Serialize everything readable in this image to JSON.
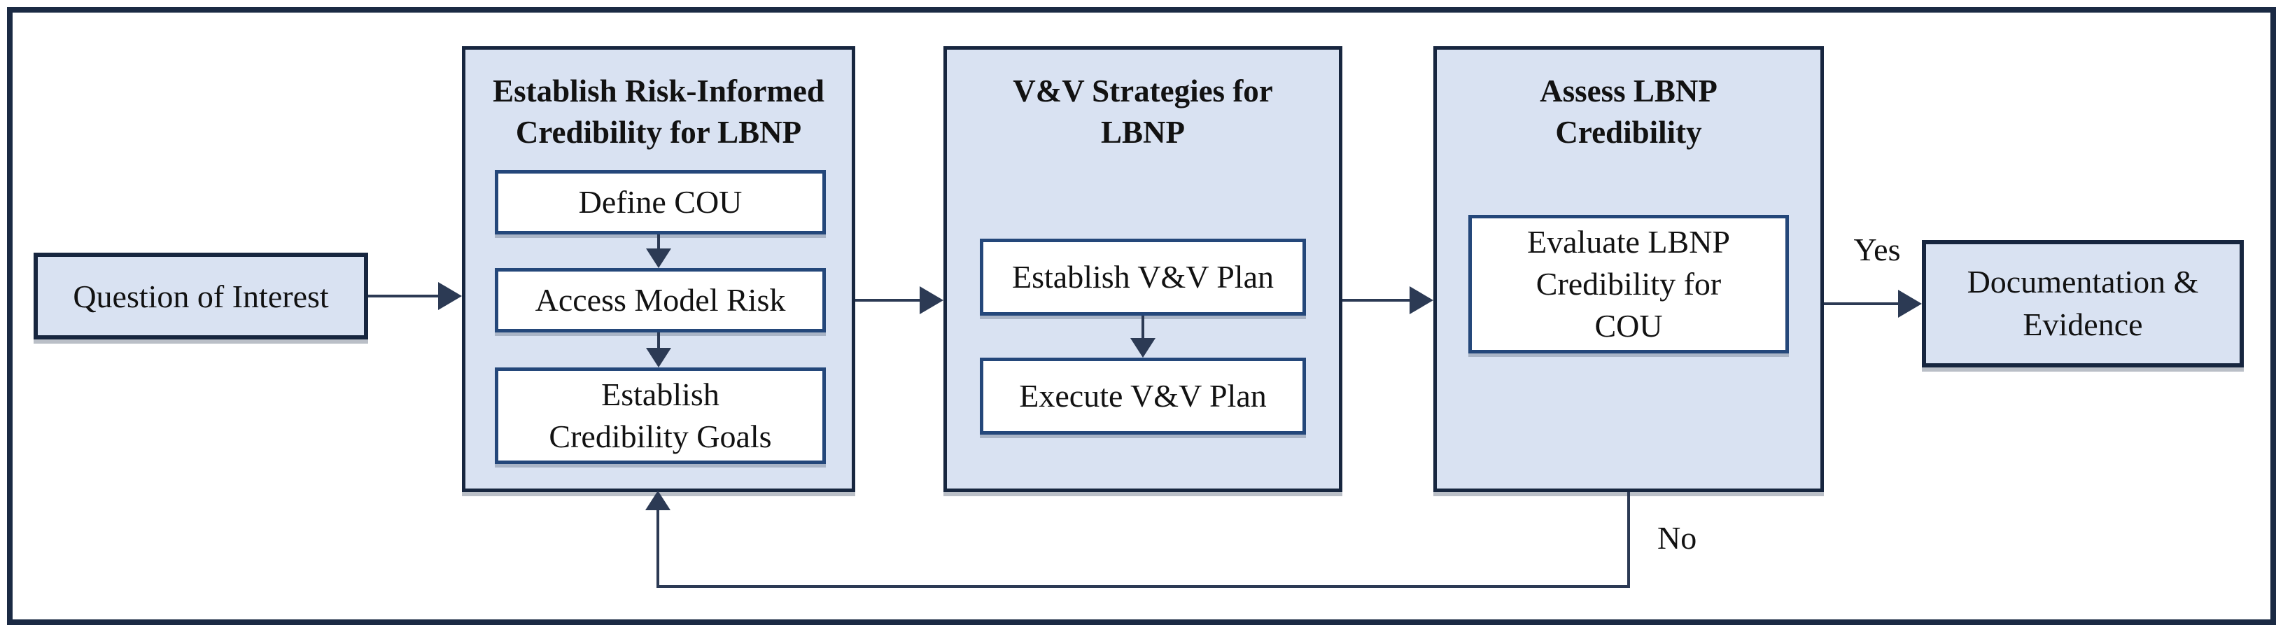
{
  "colors": {
    "panel_fill": "#d9e2f2",
    "box_fill": "#ffffff",
    "border_dark": "#17263f",
    "border_inner": "#24477a",
    "connector": "#2c3a54",
    "text": "#121212"
  },
  "start_box": {
    "label": "Question of Interest"
  },
  "stage1": {
    "title": {
      "line1": "Establish Risk-Informed",
      "line2": "Credibility for LBNP"
    },
    "steps": {
      "step1": "Define COU",
      "step2": "Access Model Risk",
      "step3": {
        "line1": "Establish",
        "line2": "Credibility Goals"
      }
    }
  },
  "stage2": {
    "title": {
      "line1": "V&V Strategies for",
      "line2": "LBNP"
    },
    "steps": {
      "step1": "Establish V&V Plan",
      "step2": "Execute V&V Plan"
    }
  },
  "stage3": {
    "title": {
      "line1": "Assess LBNP",
      "line2": "Credibility"
    },
    "steps": {
      "step1": {
        "line1": "Evaluate LBNP",
        "line2": "Credibility for",
        "line3": "COU"
      }
    }
  },
  "end_box": {
    "line1": "Documentation &",
    "line2": "Evidence"
  },
  "branch_labels": {
    "yes": "Yes",
    "no": "No"
  }
}
